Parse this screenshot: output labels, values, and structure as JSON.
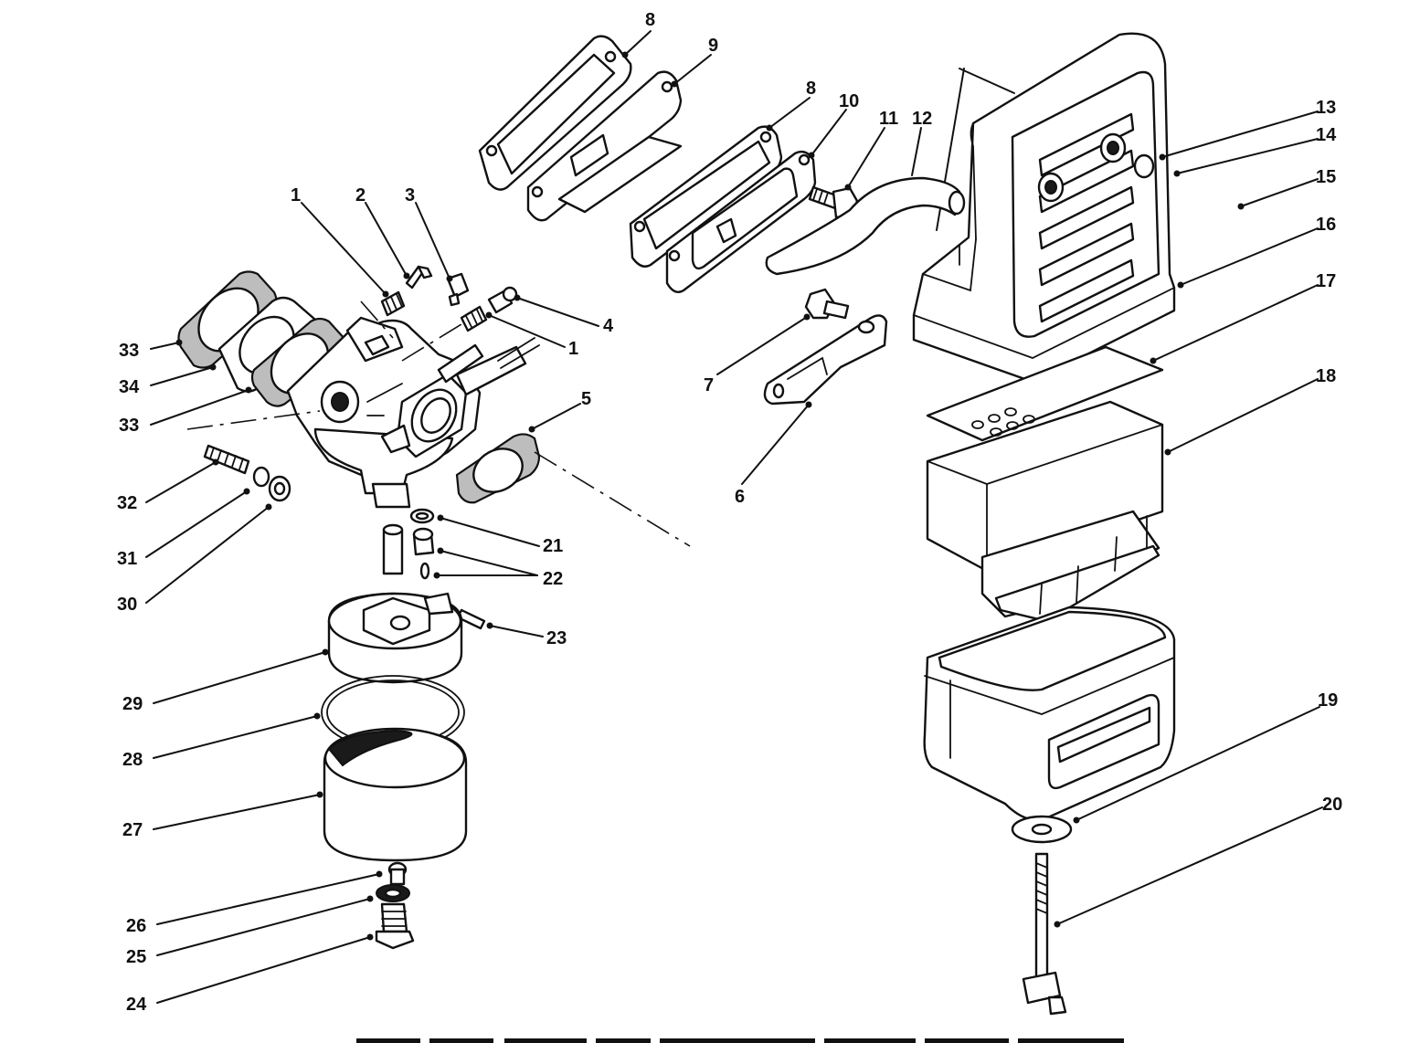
{
  "diagram": {
    "callouts": [
      {
        "id": "c8a",
        "label": "8"
      },
      {
        "id": "c9",
        "label": "9"
      },
      {
        "id": "c8b",
        "label": "8"
      },
      {
        "id": "c10",
        "label": "10"
      },
      {
        "id": "c11",
        "label": "11"
      },
      {
        "id": "c12",
        "label": "12"
      },
      {
        "id": "c13",
        "label": "13"
      },
      {
        "id": "c14",
        "label": "14"
      },
      {
        "id": "c15",
        "label": "15"
      },
      {
        "id": "c16",
        "label": "16"
      },
      {
        "id": "c17",
        "label": "17"
      },
      {
        "id": "c18",
        "label": "18"
      },
      {
        "id": "c19",
        "label": "19"
      },
      {
        "id": "c20",
        "label": "20"
      },
      {
        "id": "c1a",
        "label": "1"
      },
      {
        "id": "c2",
        "label": "2"
      },
      {
        "id": "c3",
        "label": "3"
      },
      {
        "id": "c4",
        "label": "4"
      },
      {
        "id": "c1b",
        "label": "1"
      },
      {
        "id": "c5",
        "label": "5"
      },
      {
        "id": "c6",
        "label": "6"
      },
      {
        "id": "c7",
        "label": "7"
      },
      {
        "id": "c33a",
        "label": "33"
      },
      {
        "id": "c34",
        "label": "34"
      },
      {
        "id": "c33b",
        "label": "33"
      },
      {
        "id": "c32",
        "label": "32"
      },
      {
        "id": "c31",
        "label": "31"
      },
      {
        "id": "c30",
        "label": "30"
      },
      {
        "id": "c21",
        "label": "21"
      },
      {
        "id": "c22",
        "label": "22"
      },
      {
        "id": "c23",
        "label": "23"
      },
      {
        "id": "c29",
        "label": "29"
      },
      {
        "id": "c28",
        "label": "28"
      },
      {
        "id": "c27",
        "label": "27"
      },
      {
        "id": "c26",
        "label": "26"
      },
      {
        "id": "c25",
        "label": "25"
      },
      {
        "id": "c24",
        "label": "24"
      }
    ]
  }
}
